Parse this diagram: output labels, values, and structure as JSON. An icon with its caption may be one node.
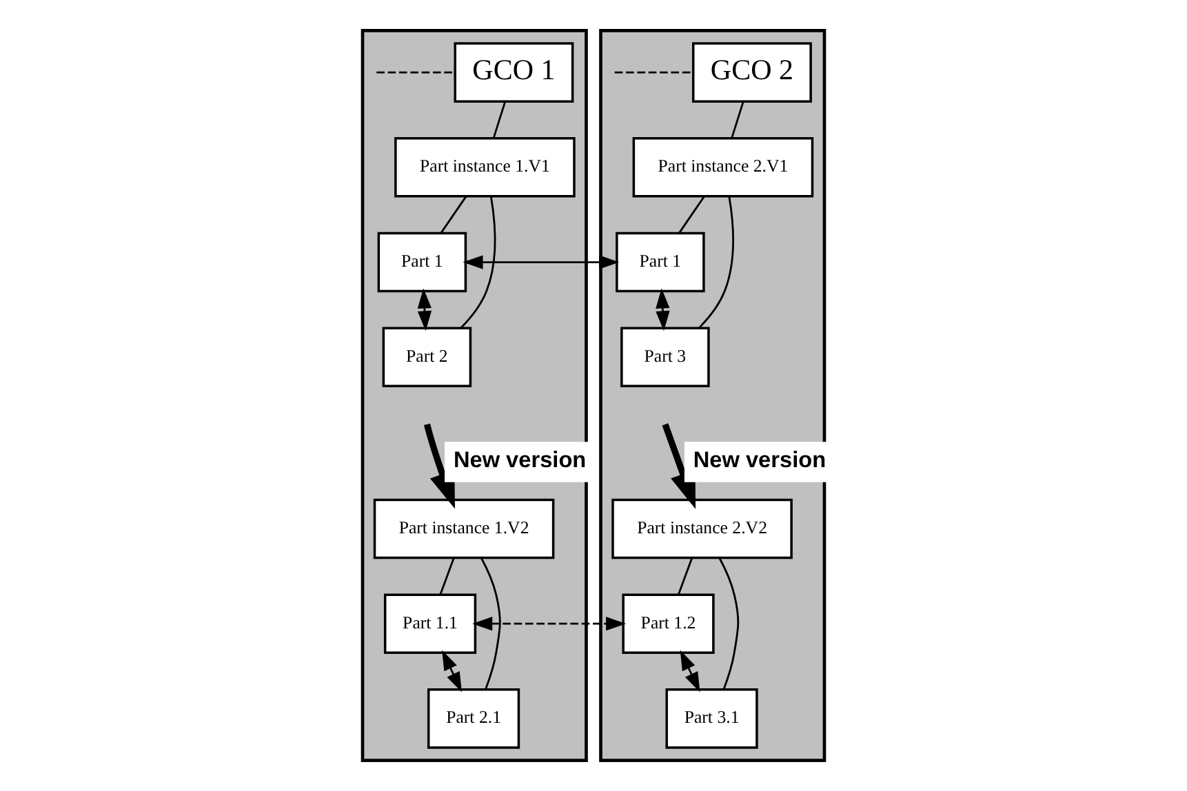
{
  "diagram": {
    "nodes": [
      {
        "text": [],
        "shape": "box"
      },
      {
        "text": [
          "GCO 1"
        ],
        "in": 0
      },
      {
        "text": [
          "Part instance 1.V1"
        ],
        "in": 0
      },
      {
        "text": [
          "Part 1"
        ],
        "in": 0
      },
      {
        "text": [
          "Part 2"
        ],
        "in": 0
      },
      {
        "text": [
          "Part instance 1.V2"
        ],
        "in": 0
      },
      {
        "text": [
          "Part 1.1"
        ],
        "in": 0
      },
      {
        "text": [
          "Part 2.1"
        ],
        "in": 0
      },
      {
        "text": [],
        "shape": "box"
      },
      {
        "text": [
          "GCO 2"
        ],
        "in": 8
      },
      {
        "text": [
          "Part instance 2.V1"
        ],
        "in": 8
      },
      {
        "text": [
          "Part 1"
        ],
        "in": 8
      },
      {
        "text": [
          "Part 3"
        ],
        "in": 8
      },
      {
        "text": [
          "Part instance 2.V2"
        ],
        "in": 8
      },
      {
        "text": [
          "Part 1.2"
        ],
        "in": 8
      },
      {
        "text": [
          "Part 3.1"
        ],
        "in": 8
      }
    ],
    "edges": [
      {
        "from": null,
        "to": 1,
        "arrow": "none",
        "style": "dashed"
      },
      {
        "from": 1,
        "to": 2,
        "arrow": "none"
      },
      {
        "from": 2,
        "to": 3,
        "arrow": "none"
      },
      {
        "from": 2,
        "to": 4,
        "arrow": "none"
      },
      {
        "from": 3,
        "to": 4,
        "arrow": "both"
      },
      {
        "from": null,
        "to": 5,
        "arrow": "to",
        "label": "New version",
        "style": "thick"
      },
      {
        "from": 5,
        "to": 6,
        "arrow": "none"
      },
      {
        "from": 5,
        "to": 7,
        "arrow": "none"
      },
      {
        "from": 6,
        "to": 7,
        "arrow": "both"
      },
      {
        "from": null,
        "to": 9,
        "arrow": "none",
        "style": "dashed"
      },
      {
        "from": 9,
        "to": 10,
        "arrow": "none"
      },
      {
        "from": 10,
        "to": 11,
        "arrow": "none"
      },
      {
        "from": 10,
        "to": 12,
        "arrow": "none"
      },
      {
        "from": 11,
        "to": 12,
        "arrow": "both"
      },
      {
        "from": null,
        "to": 13,
        "arrow": "to",
        "label": "New version",
        "style": "thick"
      },
      {
        "from": 13,
        "to": 14,
        "arrow": "none"
      },
      {
        "from": 13,
        "to": 15,
        "arrow": "none"
      },
      {
        "from": 14,
        "to": 15,
        "arrow": "both"
      },
      {
        "from": 3,
        "to": 11,
        "arrow": "both"
      },
      {
        "from": 6,
        "to": 14,
        "arrow": "both",
        "style": "dashed"
      }
    ]
  }
}
